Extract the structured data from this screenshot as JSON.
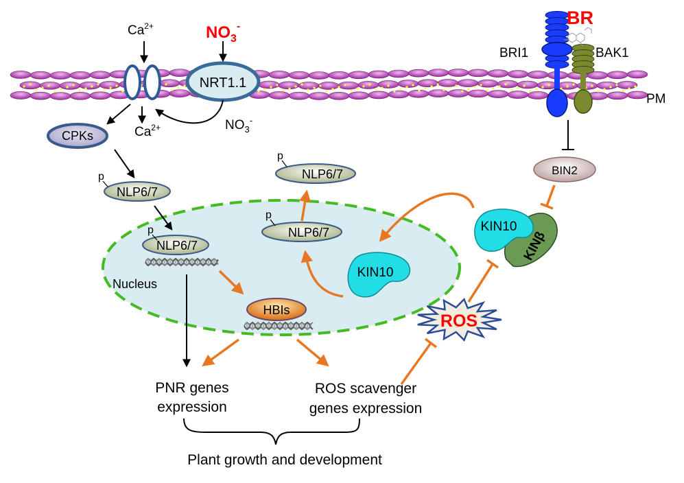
{
  "labels": {
    "ca_top": "Ca",
    "ca_top_sup": "2+",
    "no3_top": "NO",
    "no3_top_sub": "3",
    "no3_top_sup": "-",
    "nrt": "NRT1.1",
    "ca_bottom": "Ca",
    "ca_bottom_sup": "2+",
    "no3_bottom": "NO",
    "no3_bottom_sub": "3",
    "no3_bottom_sup": "-",
    "cpks": "CPKs",
    "br": "BR",
    "bri1": "BRI1",
    "bak1": "BAK1",
    "pm": "PM",
    "bin2": "BIN2",
    "kin10_cyto": "KIN10",
    "kin_beta": "KINβ",
    "ros": "ROS",
    "kin10_nuc": "KIN10",
    "nlp_a": "NLP6/7",
    "nlp_b": "NLP6/7",
    "nlp_c": "NLP6/7",
    "nlp_d": "NLP6/7",
    "p": "p",
    "nucleus": "Nucleus",
    "hbis": "HBIs",
    "pnr_1": "PNR genes",
    "pnr_2": "expression",
    "ros_scav_1": "ROS scavenger",
    "ros_scav_2": "genes expression",
    "plant": "Plant growth and development"
  },
  "colors": {
    "nitrate_red": "#ff0000",
    "br_red": "#ff0000",
    "orange_arrow": "#e87722",
    "membrane_purple": "#c04cc0",
    "lipid_yellow": "#ffff33",
    "nucleus_fill": "#d8ecf2",
    "nucleus_border": "#44bb22",
    "kin10": "#22dde6",
    "kin_beta": "#6b9a55",
    "bri1_blue": "#1a3cff",
    "bak1_green": "#7a8a30",
    "hbis_orange": "#e07a20"
  }
}
